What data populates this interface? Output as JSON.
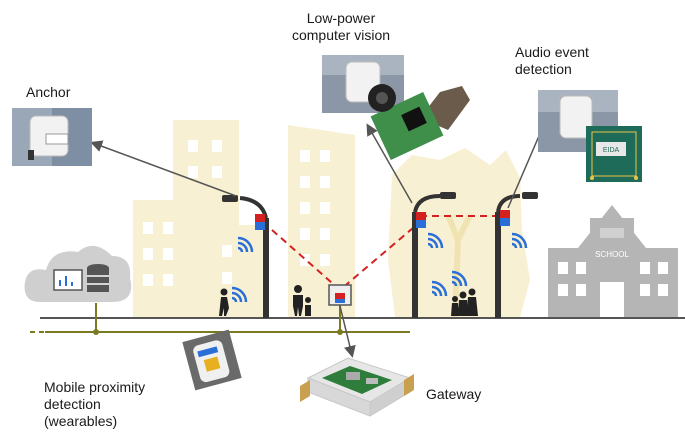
{
  "labels": {
    "anchor": "Anchor",
    "vision": "Low-power\ncomputer vision",
    "audio": "Audio event\ndetection",
    "mobile": "Mobile proximity\ndetection\n(wearables)",
    "gateway": "Gateway",
    "school_sign": "SCHOOL",
    "board_text": "EIDA"
  },
  "colors": {
    "building": "#f8f0d2",
    "window": "#ffffff",
    "ground": "#555555",
    "cable": "#7a7a20",
    "pole": "#333333",
    "link": "#d42020",
    "wifi": "#2a6fd8",
    "school": "#b5b5b5",
    "cloud": "#cfcfcf",
    "arrow": "#555555"
  },
  "icons": [
    "cloud-server-icon",
    "wifi-icon",
    "pedestrian-icon",
    "family-icon",
    "school-building-icon"
  ]
}
